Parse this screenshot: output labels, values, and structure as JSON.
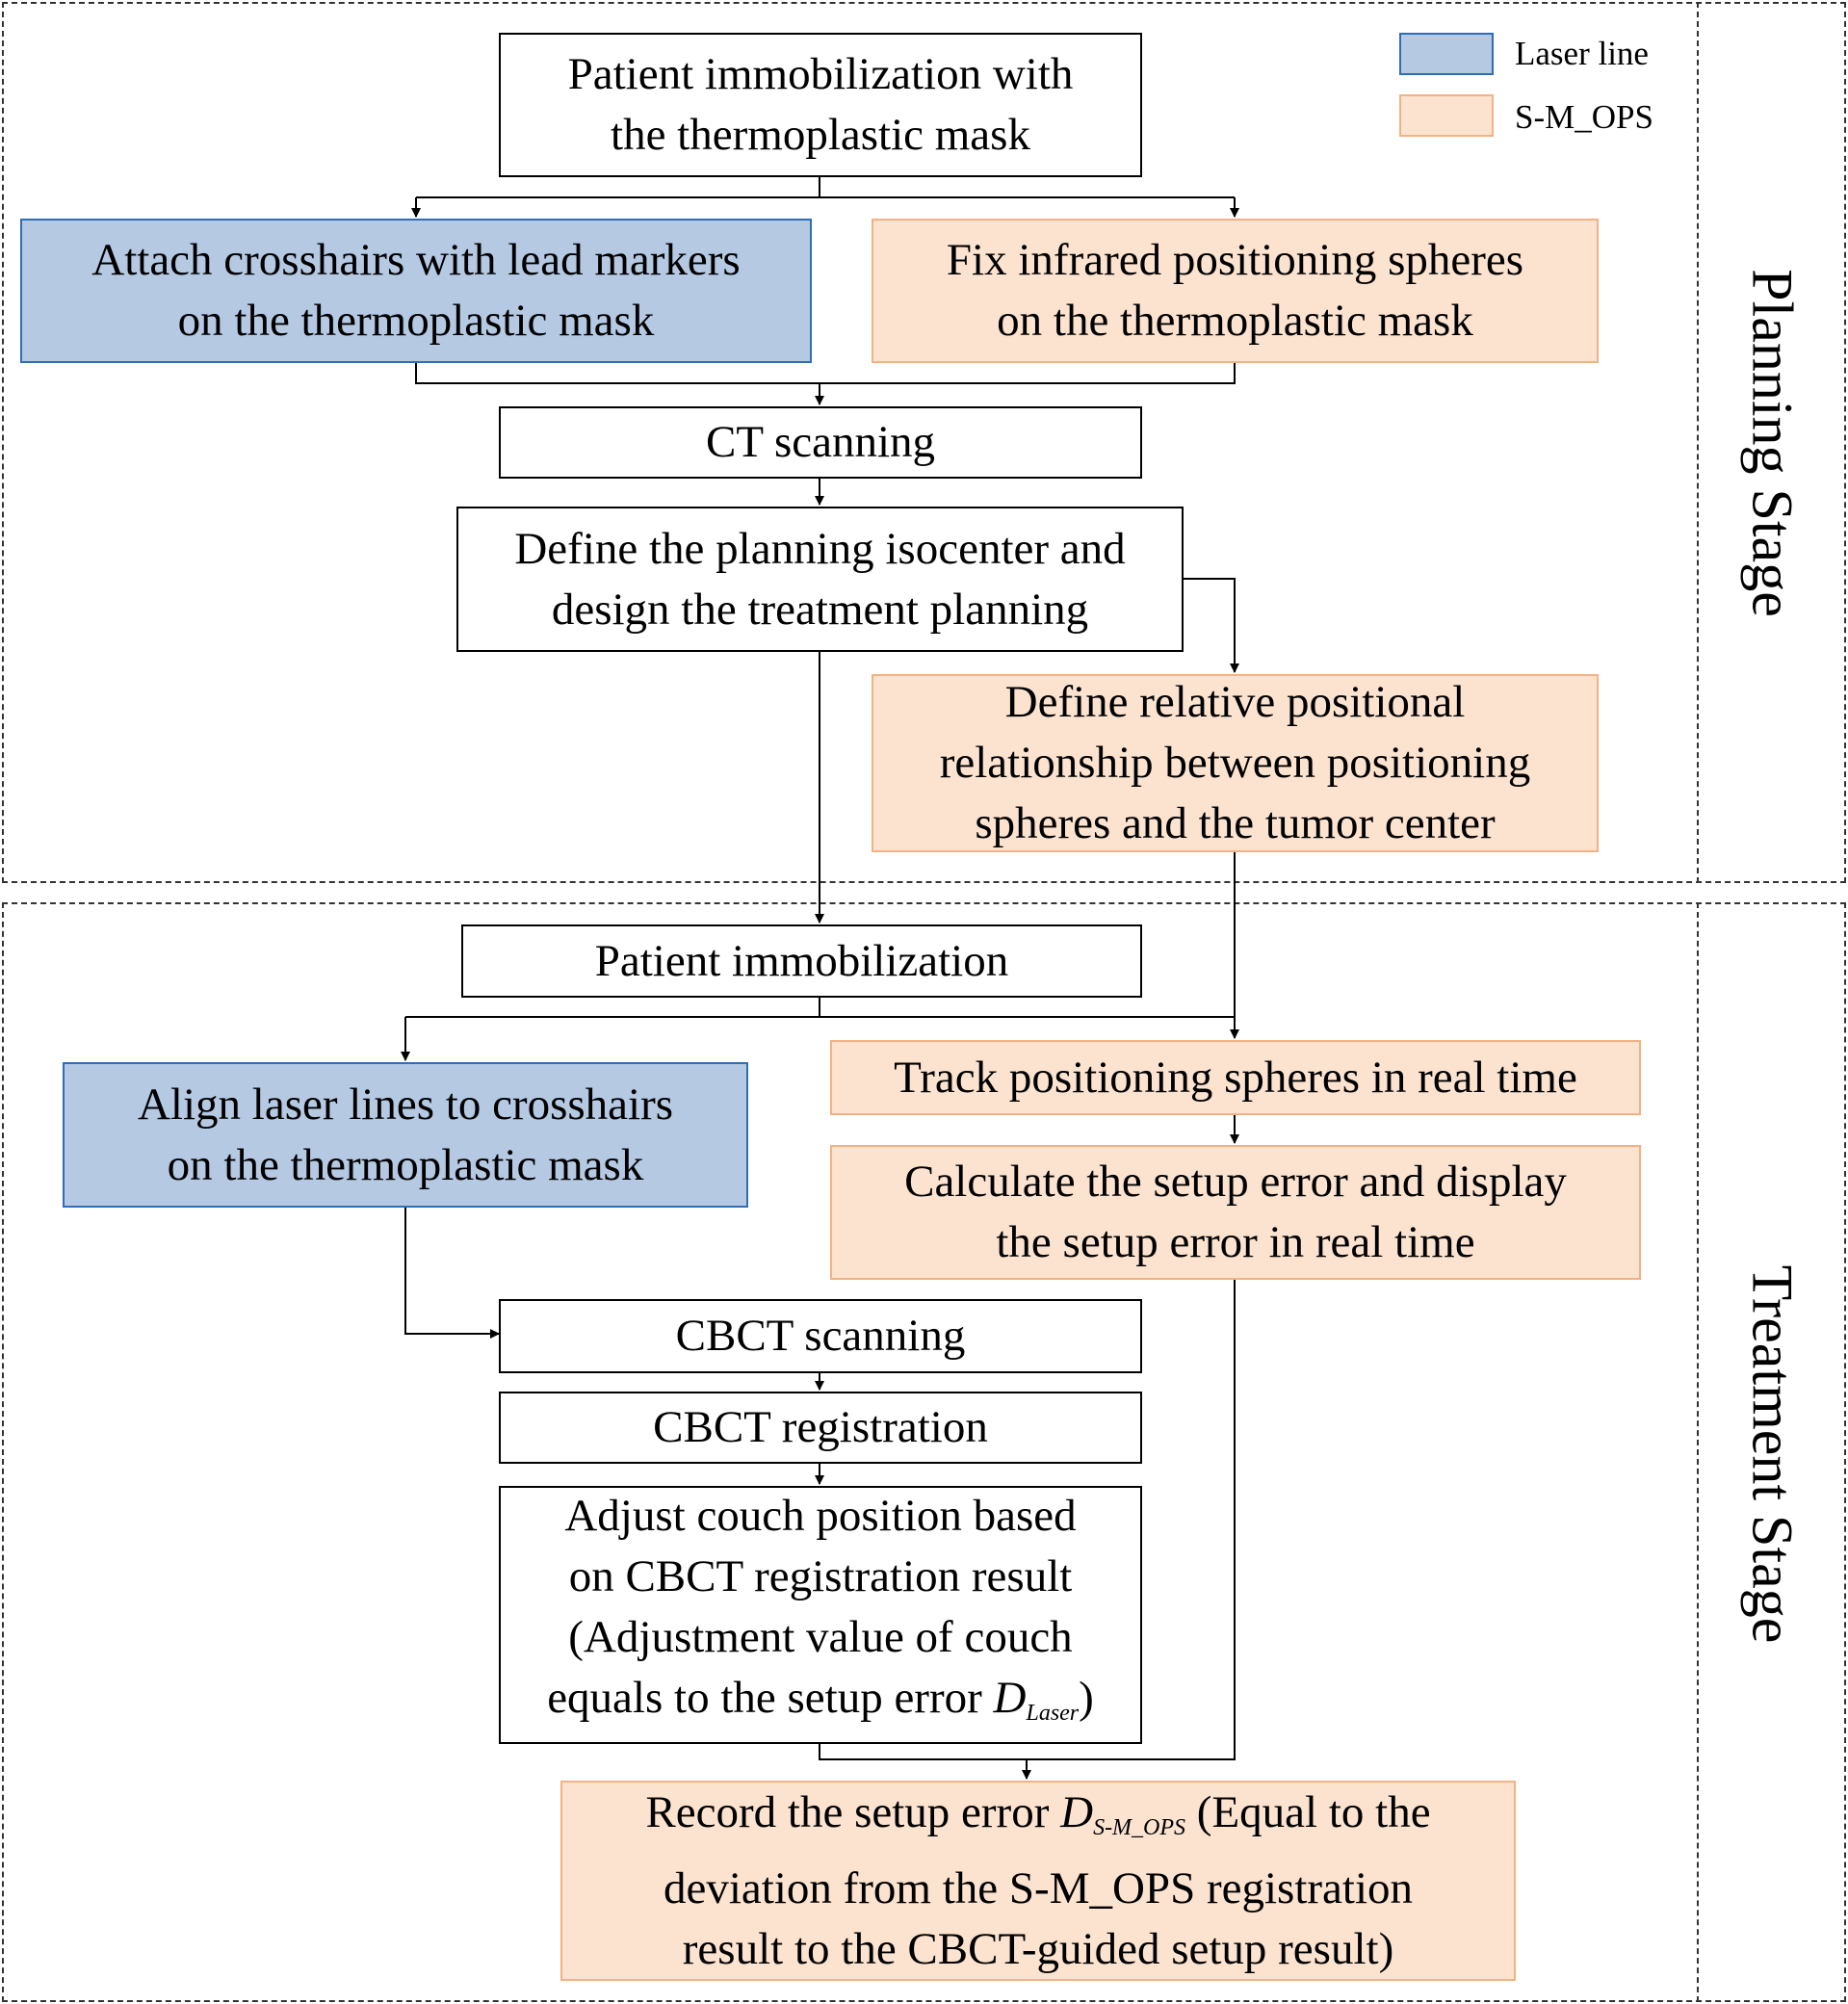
{
  "legend": {
    "laser": {
      "label": "Laser line",
      "color": "#b5c9e3",
      "border": "#2e6db8"
    },
    "ops": {
      "label": "S-M_OPS",
      "color": "#fce3d0",
      "border": "#f4b183"
    }
  },
  "stages": {
    "planning": "Planning Stage",
    "treatment": "Treatment Stage"
  },
  "nodes": {
    "immobilization_mask": [
      "Patient immobilization with",
      "the thermoplastic mask"
    ],
    "attach_crosshairs": [
      "Attach crosshairs with lead markers",
      "on the thermoplastic mask"
    ],
    "fix_spheres": [
      "Fix infrared positioning spheres",
      "on the thermoplastic mask"
    ],
    "ct_scanning": "CT scanning",
    "define_isocenter": [
      "Define the planning isocenter and",
      "design the treatment planning"
    ],
    "define_relationship": [
      "Define relative positional",
      "relationship between positioning",
      "spheres and the tumor center"
    ],
    "patient_immobilization": "Patient immobilization",
    "align_laser": [
      "Align laser lines to crosshairs",
      "on the thermoplastic mask"
    ],
    "track_spheres": "Track positioning spheres in real time",
    "calculate_error": [
      "Calculate the setup error and display",
      "the setup error in real time"
    ],
    "cbct_scanning": "CBCT scanning",
    "cbct_registration": "CBCT registration",
    "adjust_couch": {
      "line1": "Adjust couch position based",
      "line2": "on CBCT registration result",
      "line3": "(Adjustment value of couch",
      "line4_prefix": "equals to the setup error ",
      "symbol": "D",
      "subscript": "Laser",
      "line4_suffix": ")"
    },
    "record_error": {
      "line1_prefix": "Record the setup error ",
      "symbol": "D",
      "subscript": "S-M_OPS",
      "line1_suffix": " (Equal to the",
      "line2": "deviation from the S-M_OPS registration",
      "line3": "result to the CBCT-guided setup result)"
    }
  }
}
